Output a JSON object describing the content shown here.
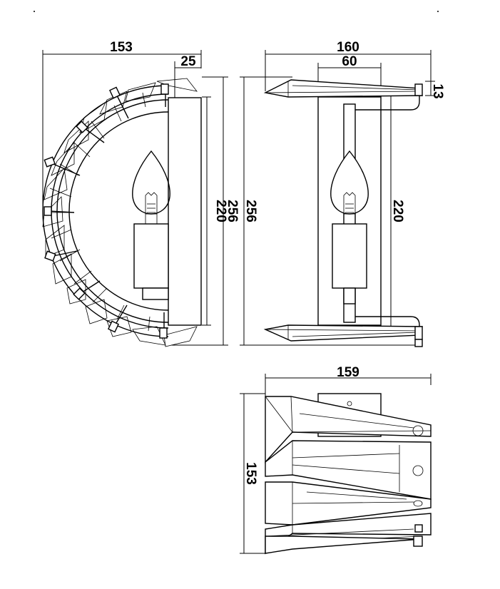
{
  "drawing": {
    "views": {
      "side": {
        "dims": {
          "width": "153",
          "depth": "25",
          "height_inner": "220",
          "height_outer": "256"
        }
      },
      "front": {
        "dims": {
          "width": "160",
          "backplate": "60",
          "offset": "13",
          "height_outer": "256",
          "height_inner": "220"
        }
      },
      "top": {
        "dims": {
          "width": "159",
          "depth": "153"
        }
      }
    },
    "stroke_color": "#000000",
    "background": "#ffffff"
  }
}
